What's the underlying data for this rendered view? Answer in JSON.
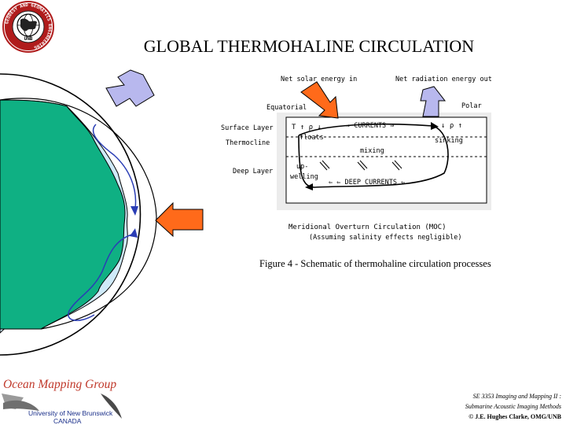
{
  "slide": {
    "title": "GLOBAL THERMOHALINE CIRCULATION",
    "caption": "Figure 4 - Schematic of thermohaline circulation processes"
  },
  "logo": {
    "ring_text": "GEODESY AND GEOMATICS ENGINEERING",
    "center_text": "UNB"
  },
  "schematic": {
    "labels": {
      "net_solar": "Net solar energy in",
      "net_radiation": "Net radiation energy out",
      "equatorial": "Equatorial",
      "polar": "Polar",
      "surface_layer": "Surface Layer",
      "thermocline": "Thermocline",
      "deep_layer": "Deep Layer",
      "t_rho_left": "T ↑ ρ ↓",
      "currents": "⇒ CURRENTS ⇒",
      "rho_right": "↓ ρ ↑",
      "floats": "floats",
      "sinking": "sinking",
      "mixing": "mixing",
      "up": "up-",
      "welling": "welling",
      "deep_currents": "⇐ ⇐ DEEP CURRENTS ⇐",
      "moc_title": "Meridional Overturn Circulation (MOC)",
      "moc_note": "(Assuming salinity effects negligible)"
    }
  },
  "footer": {
    "group": "Ocean Mapping Group",
    "university": "University of New Brunswick",
    "country": "CANADA",
    "course": "SE 3353 Imaging and Mapping II :",
    "subtitle": "Submarine Acoustic Imaging Methods",
    "copyright": "© J.E. Hughes Clarke, OMG/UNB"
  },
  "colors": {
    "land": "#0fb083",
    "ocean": "#cfeaf9",
    "current": "#2a3db5",
    "solar_arrow": "#ff6a1a",
    "radiation_arrow": "#b8b8ee",
    "brand_red": "#c0392b"
  }
}
